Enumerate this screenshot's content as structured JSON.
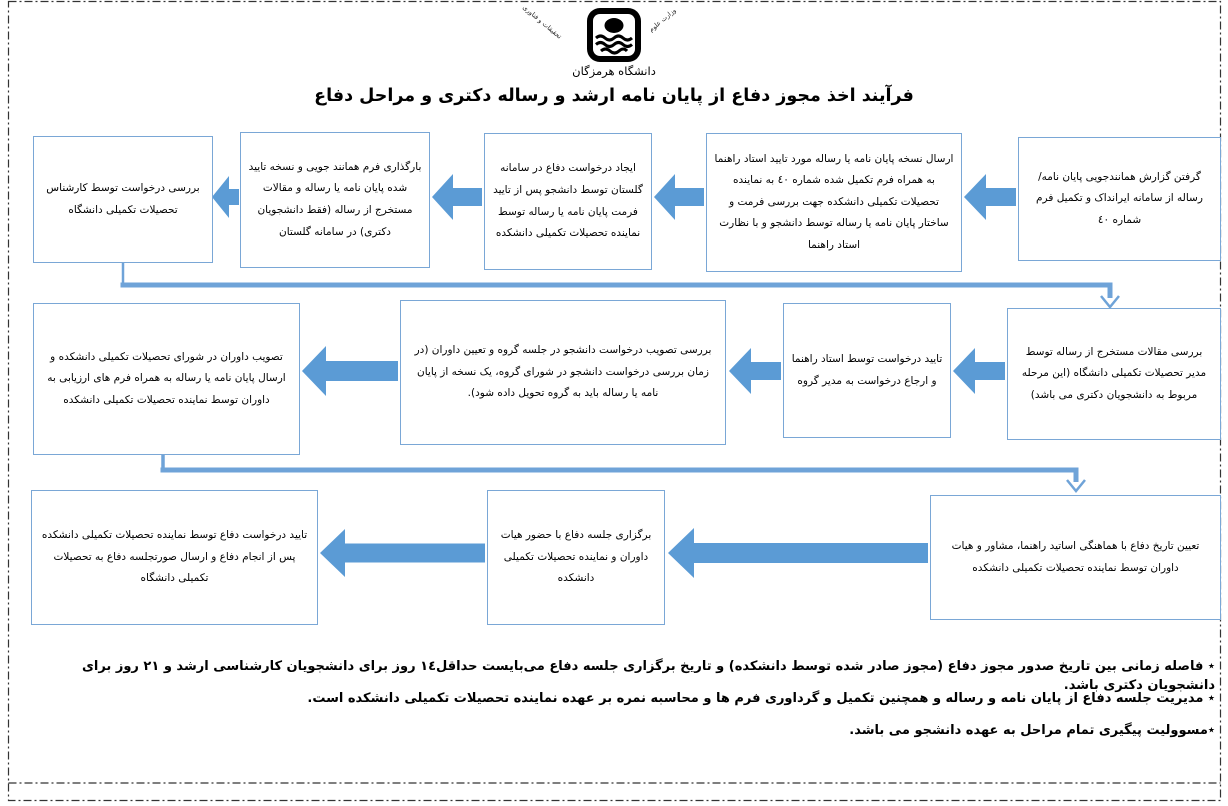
{
  "page": {
    "title": "فرآیند اخذ مجوز دفاع از پایان نامه ارشد و رساله دکتری و مراحل دفاع"
  },
  "logo": {
    "university": "دانشگاه هرمزگان",
    "ministry_arc_right": "وزارت علوم",
    "ministry_arc_left": "تحقیقات و فناوری"
  },
  "steps": {
    "row1": [
      "گرفتن گزارش همانندجویی  پایان نامه/ رساله از سامانه ایرانداک و تکمیل فرم شماره ٤٠",
      "ارسال نسخه پایان نامه یا رساله مورد تایید استاد راهنما به همراه فرم تکمیل شده شماره ٤٠ به نماینده تحصیلات تکمیلی دانشکده جهت بررسی فرمت و ساختار پایان نامه یا رساله توسط دانشجو و با نظارت استاد راهنما",
      "ایجاد درخواست دفاع در سامانه گلستان توسط دانشجو پس از تایید فرمت پایان نامه یا رساله توسط نماینده تحصیلات تکمیلی دانشکده",
      "بارگذاری فرم همانند جویی و نسخه تایید شده پایان نامه یا رساله و مقالات مستخرج از رساله (فقط دانشجویان دکتری) در سامانه گلستان",
      "بررسی درخواست توسط کارشناس تحصیلات تکمیلی دانشگاه"
    ],
    "row2": [
      "بررسی مقالات مستخرج از رساله توسط مدیر تحصیلات تکمیلی دانشگاه (این مرحله مربوط به دانشجویان دکتری می باشد)",
      "تایید درخواست توسط استاد راهنما و ارجاع درخواست به مدیر گروه",
      "بررسی تصویب درخواست دانشجو در جلسه گروه و تعیین داوران (در زمان بررسی درخواست دانشجو در شورای گروه، یک نسخه از پایان نامه یا رساله باید به گروه تحویل داده شود).",
      "تصویب داوران در شورای تحصیلات تکمیلی دانشکده و ارسال پایان نامه یا رساله به همراه فرم های ارزیابی به داوران توسط نماینده تحصیلات تکمیلی دانشکده"
    ],
    "row3": [
      "تعیین تاریخ دفاع با هماهنگی اساتید راهنما، مشاور و هیات داوران توسط نماینده تحصیلات تکمیلی دانشکده",
      "برگزاری جلسه دفاع با حضور هیات داوران و نماینده تحصیلات تکمیلی دانشکده",
      "تایید درخواست دفاع توسط نماینده تحصیلات تکمیلی دانشکده پس از انجام دفاع و ارسال صورتجلسه دفاع به تحصیلات تکمیلی دانشگاه"
    ]
  },
  "notes": [
    "٭ فاصله زمانی بین تاریخ صدور مجوز دفاع (مجوز صادر شده توسط دانشکده) و تاریخ برگزاری جلسه دفاع می‌بایست حداقل۱٤ روز برای دانشجویان کارشناسی ارشد و ۲۱ روز برای دانشجویان دکتری باشد.",
    "٭ مدیریت جلسه دفاع از پایان نامه و رساله و همچنین تکمیل و گرداوری فرم ها و محاسبه نمره بر عهده نماینده تحصیلات تکمیلی دانشکده است.",
    "٭مسوولیت پیگیری تمام مراحل به عهده دانشجو می باشد."
  ],
  "colors": {
    "box_border": "#7aa7d6",
    "arrow_fill": "#5b9bd5",
    "connector": "#6fa3d8",
    "page_border": "#333333"
  }
}
